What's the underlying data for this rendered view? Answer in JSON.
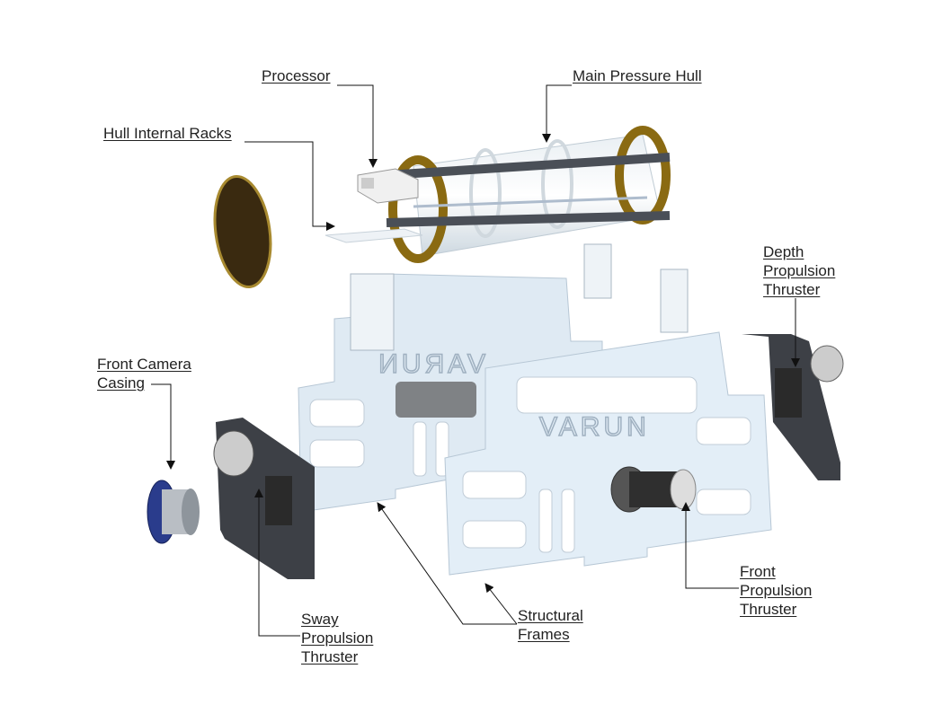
{
  "title": "Exploded view of AUV assembly",
  "brand_text": "VARUN",
  "labels": {
    "processor": [
      "Processor"
    ],
    "main_pressure_hull": [
      "Main Pressure Hull"
    ],
    "hull_internal_racks": [
      "Hull Internal Racks"
    ],
    "depth_propulsion_thruster": [
      "Depth",
      "Propulsion",
      "Thruster"
    ],
    "front_camera_casing": [
      "Front Camera",
      "Casing"
    ],
    "sway_propulsion_thruster": [
      "Sway",
      "Propulsion",
      "Thruster"
    ],
    "structural_frames": [
      "Structural",
      "Frames"
    ],
    "front_propulsion_thruster": [
      "Front",
      "Propulsion",
      "Thruster"
    ]
  },
  "colors": {
    "frame": "#dfeaf3",
    "hull_ring": "#8a6a12",
    "end_cap": "#3a2a10",
    "rod": "#4a4f57",
    "camera": "#2a3c8c"
  }
}
